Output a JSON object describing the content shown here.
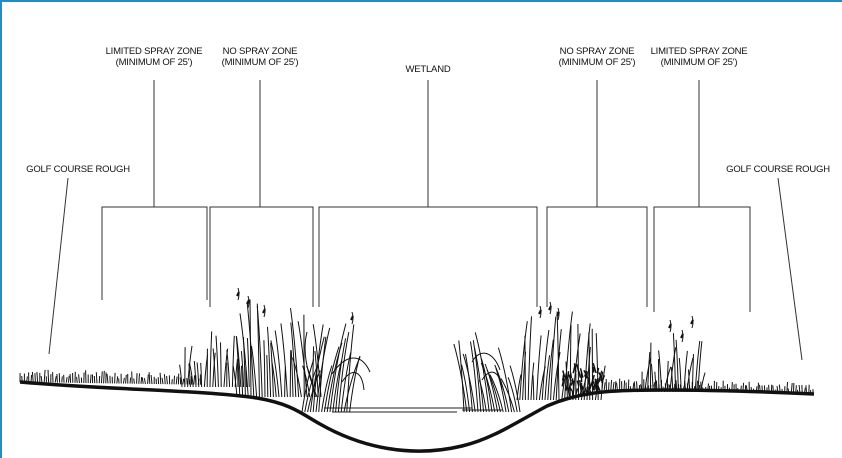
{
  "colors": {
    "frame_border": "#1a8fc9",
    "ink": "#111111",
    "background": "#ffffff"
  },
  "labels": {
    "limited_spray_left": {
      "line1": "LIMITED SPRAY ZONE",
      "line2": "(MINIMUM OF 25')"
    },
    "no_spray_left": {
      "line1": "NO SPRAY ZONE",
      "line2": "(MINIMUM OF 25')"
    },
    "wetland": {
      "line1": "WETLAND"
    },
    "no_spray_right": {
      "line1": "NO SPRAY ZONE",
      "line2": "(MINIMUM OF 25')"
    },
    "limited_spray_right": {
      "line1": "LIMITED SPRAY ZONE",
      "line2": "(MINIMUM OF 25')"
    },
    "golf_rough_left": {
      "line1": "GOLF COURSE ROUGH"
    },
    "golf_rough_right": {
      "line1": "GOLF COURSE ROUGH"
    }
  }
}
